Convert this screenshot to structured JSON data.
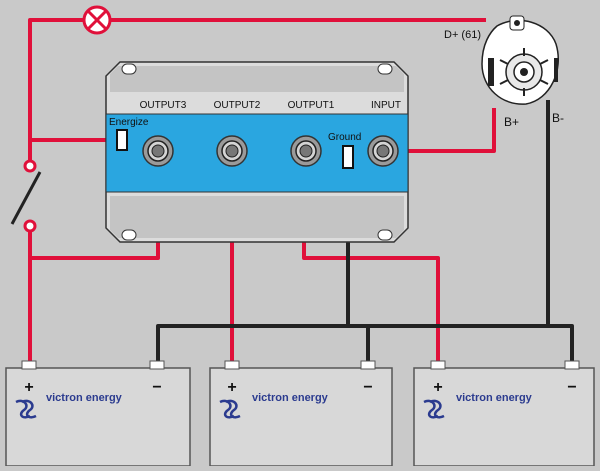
{
  "colors": {
    "background": "#c9c9c9",
    "positive_wire": "#e0103a",
    "negative_wire": "#222222",
    "isolator_blue": "#2aa6e0",
    "battery_body": "#d8d8d8",
    "brand_blue": "#2b3b8f"
  },
  "isolator": {
    "labels": {
      "output3": "OUTPUT3",
      "output2": "OUTPUT2",
      "output1": "OUTPUT1",
      "input": "INPUT",
      "energize": "Energize",
      "ground": "Ground"
    }
  },
  "alternator": {
    "d_plus_label": "D+ (61)",
    "b_plus_label": "B+",
    "b_minus_label": "B-"
  },
  "batteries": [
    {
      "brand": "victron energy",
      "plus_symbol": "+",
      "minus_symbol": "−"
    },
    {
      "brand": "victron energy",
      "plus_symbol": "+",
      "minus_symbol": "−"
    },
    {
      "brand": "victron energy",
      "plus_symbol": "+",
      "minus_symbol": "−"
    }
  ],
  "icons": {
    "warning_lamp": "lamp-cross-icon",
    "switch": "switch-icon",
    "battery_logo": "victron-logo-icon"
  }
}
